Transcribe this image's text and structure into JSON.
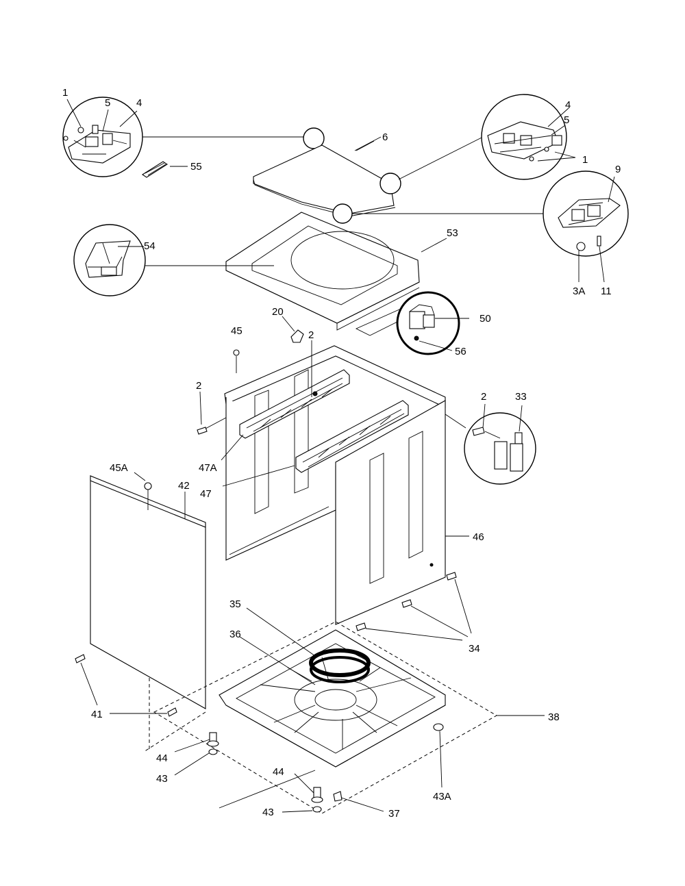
{
  "callouts": {
    "c1a": "1",
    "c5a": "5",
    "c4a": "4",
    "c55": "55",
    "c6": "6",
    "c4b": "4",
    "c5b": "5",
    "c1b": "1",
    "c9": "9",
    "c3a": "3A",
    "c11": "11",
    "c54": "54",
    "c53": "53",
    "c20": "20",
    "c2a": "2",
    "c45": "45",
    "c50": "50",
    "c56": "56",
    "c2b": "2",
    "c2c": "2",
    "c33": "33",
    "c47a": "47A",
    "c45a": "45A",
    "c42": "42",
    "c47": "47",
    "c46": "46",
    "c35": "35",
    "c36": "36",
    "c34": "34",
    "c41": "41",
    "c38": "38",
    "c44a": "44",
    "c43a": "43",
    "c44b": "44",
    "c43b": "43",
    "c37": "37",
    "c43A": "43A"
  }
}
